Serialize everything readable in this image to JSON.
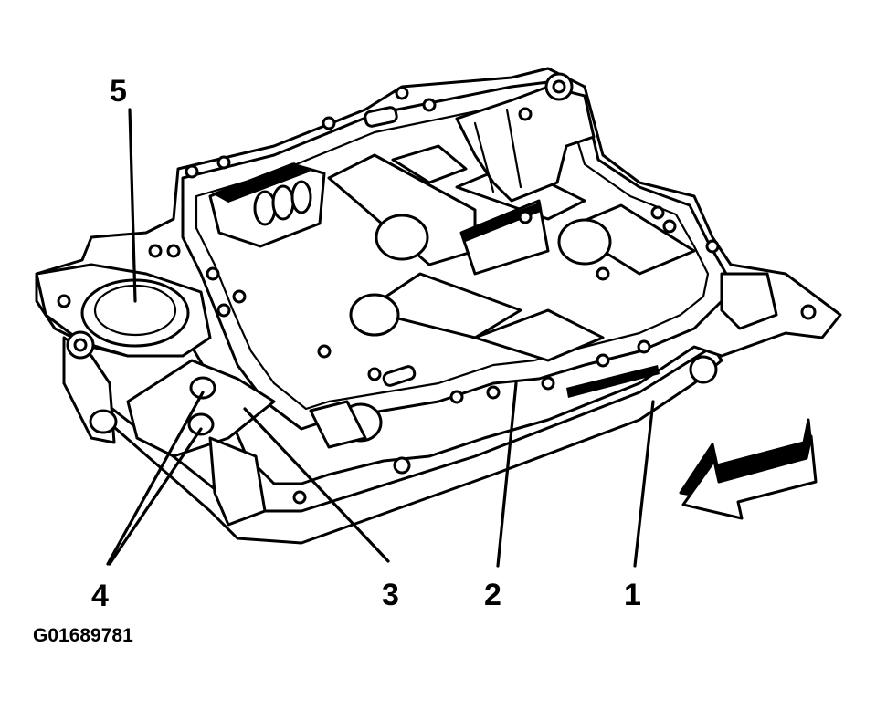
{
  "figure": {
    "id_label": "G01689781",
    "callouts": [
      {
        "id": "1",
        "label": "1"
      },
      {
        "id": "2",
        "label": "2"
      },
      {
        "id": "3",
        "label": "3"
      },
      {
        "id": "4",
        "label": "4"
      },
      {
        "id": "5",
        "label": "5"
      }
    ],
    "direction_arrow": "arrow-left-icon"
  },
  "colors": {
    "line": "#000000",
    "background": "#ffffff"
  }
}
